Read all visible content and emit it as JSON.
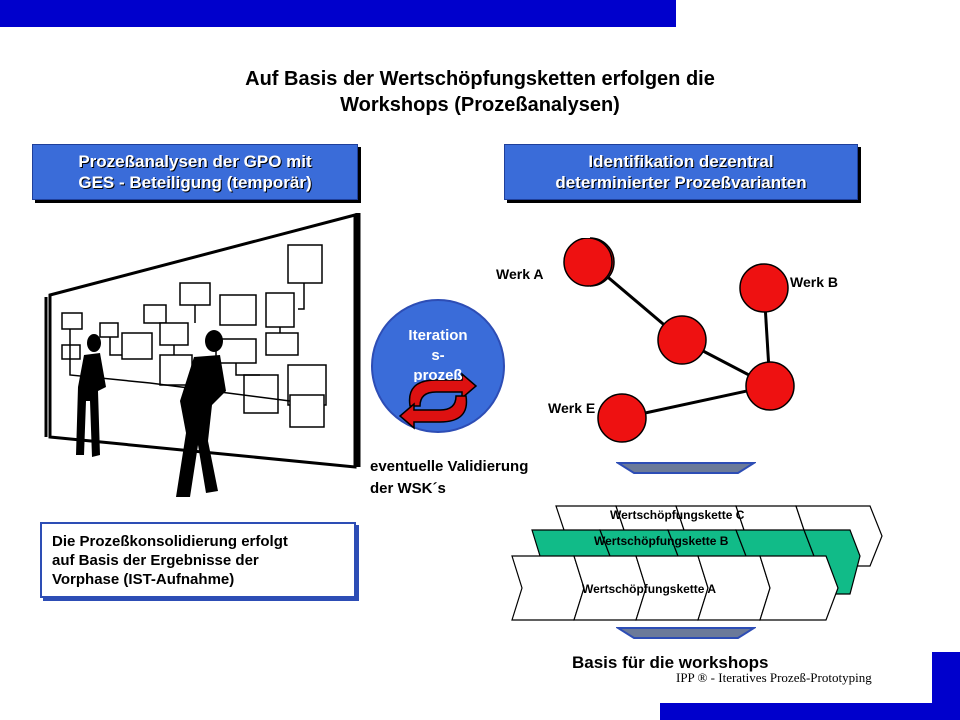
{
  "title_line1": "Auf Basis der Wertschöpfungsketten erfolgen die",
  "title_line2": "Workshops (Prozeßanalysen)",
  "left_box": {
    "line1": "Prozeßanalysen der GPO mit",
    "line2": "GES - Beteiligung (temporär)"
  },
  "right_box": {
    "line1": "Identifikation dezentral",
    "line2": "determinierter Prozeßvarianten"
  },
  "note": {
    "line1": "Die Prozeßkonsolidierung erfolgt",
    "line2": "auf Basis der Ergebnisse der",
    "line3": "Vorphase (IST-Aufnahme)"
  },
  "iteration": {
    "line1": "Iteration",
    "line2": "s-",
    "line3": "prozeß"
  },
  "validation": {
    "line1": "eventuelle Validierung",
    "line2": "der WSK´s"
  },
  "plants": {
    "a": "Werk A",
    "b": "Werk B",
    "e": "Werk E"
  },
  "chains": {
    "c": "Wertschöpfungskette C",
    "b": "Wertschöpfungskette B",
    "a": "Wertschöpfungskette A"
  },
  "basis": "Basis für die workshops",
  "footer": "IPP ® - Iteratives Prozeß-Prototyping",
  "colors": {
    "accent_blue": "#0000cc",
    "box_blue": "#3a6cd9",
    "node_red": "#ee1111",
    "chain_green": "#11bb88"
  }
}
